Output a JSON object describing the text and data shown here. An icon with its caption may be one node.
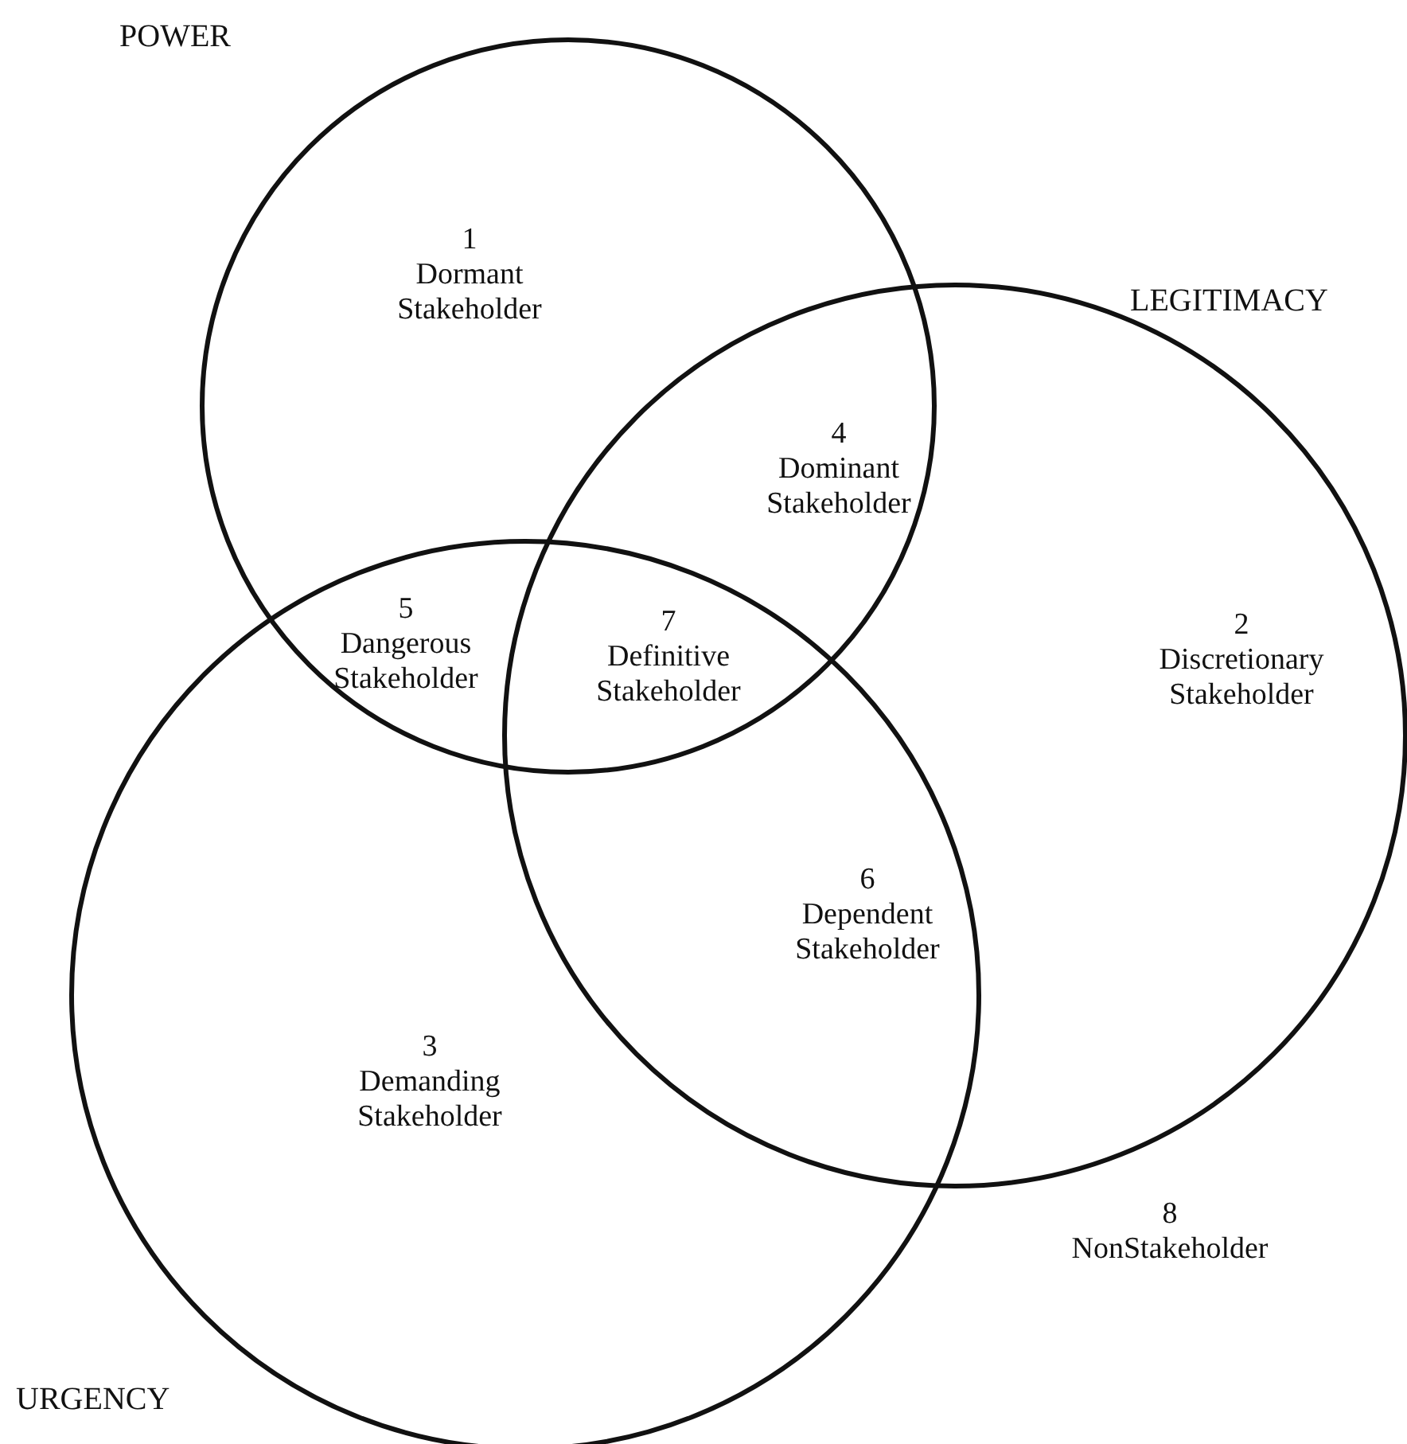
{
  "diagram": {
    "nodes": [
      {
        "text": [
          "POWER"
        ]
      },
      {
        "text": [
          "LEGITIMACY"
        ]
      },
      {
        "text": [
          "URGENCY"
        ]
      }
    ],
    "labels": [
      "1 Dormant Stakeholder",
      "4 Dominant Stakeholder",
      "2 Discretionary Stakeholder",
      "5 Dangerous Stakeholder",
      "7 Definitive Stakeholder",
      "6 Dependent Stakeholder",
      "3 Demanding Stakeholder",
      "8 NonStakeholder"
    ]
  }
}
